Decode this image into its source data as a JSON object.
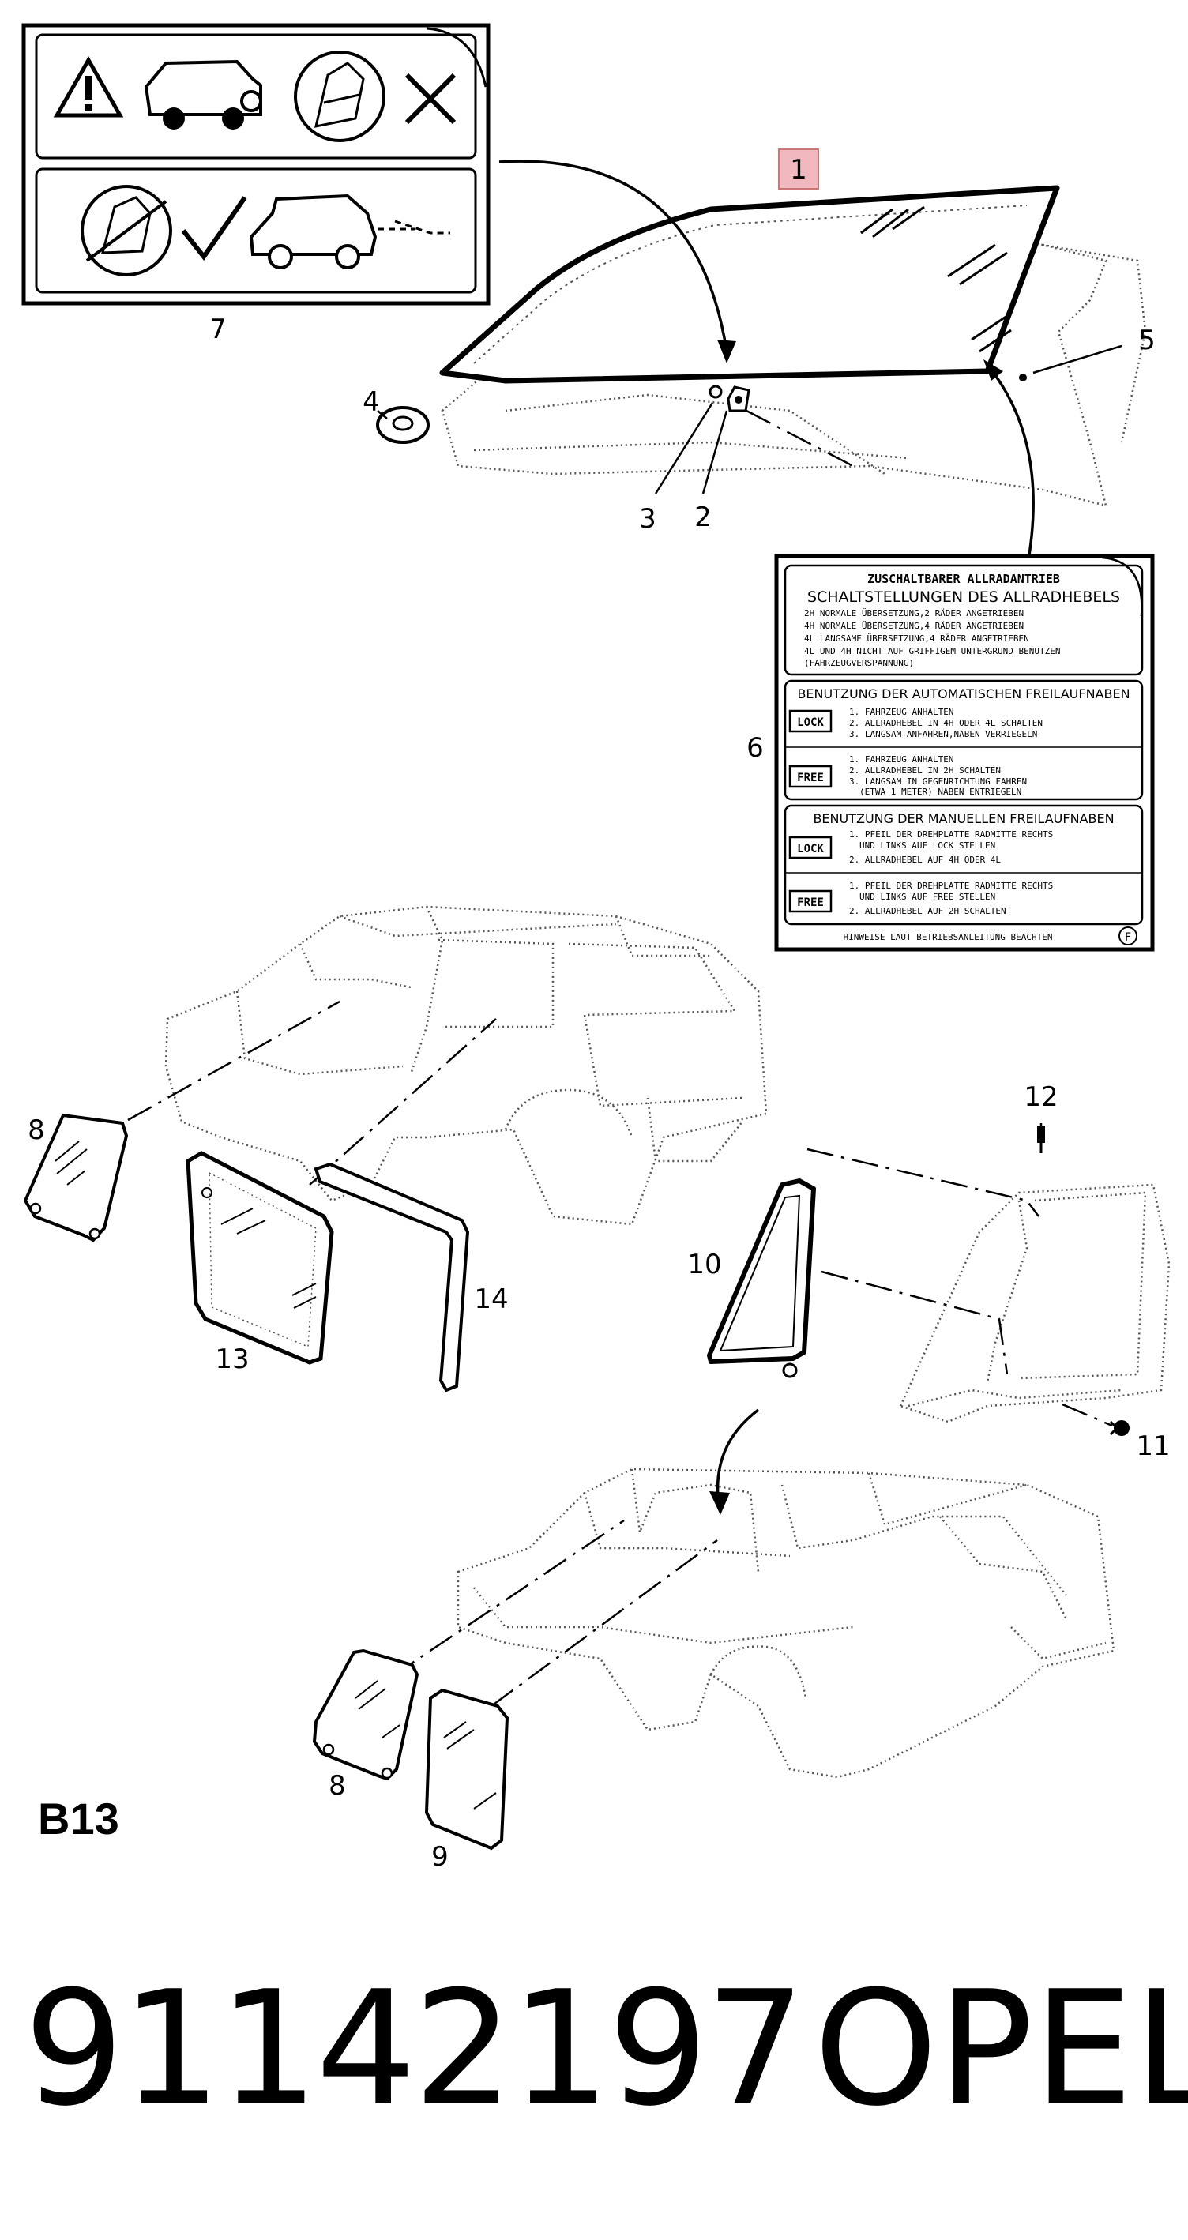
{
  "callouts": {
    "c1": "1",
    "c2": "2",
    "c3": "3",
    "c4": "4",
    "c5": "5",
    "c6": "6",
    "c7": "7",
    "c8a": "8",
    "c8b": "8",
    "c9": "9",
    "c10": "10",
    "c11": "11",
    "c12": "12",
    "c13": "13",
    "c14": "14"
  },
  "highlight_color": "#f2b8c0",
  "label6": {
    "title": "ZUSCHALTBARER ALLRADANTRIEB",
    "subtitle": "SCHALTSTELLUNGEN DES ALLRADHEBELS",
    "modes": [
      "2H NORMALE ÜBERSETZUNG,2 RÄDER ANGETRIEBEN",
      "4H NORMALE ÜBERSETZUNG,4 RÄDER ANGETRIEBEN",
      "4L LANGSAME ÜBERSETZUNG,4 RÄDER ANGETRIEBEN",
      "4L UND 4H NICHT AUF GRIFFIGEM UNTERGRUND BENUTZEN",
      "(FAHRZEUGVERSPANNUNG)"
    ],
    "auto_heading": "BENUTZUNG DER AUTOMATISCHEN FREILAUFNABEN",
    "auto_lock_badge": "LOCK",
    "auto_lock_steps": [
      "1. FAHRZEUG ANHALTEN",
      "2. ALLRADHEBEL IN 4H ODER 4L SCHALTEN",
      "3. LANGSAM ANFAHREN,NABEN VERRIEGELN"
    ],
    "auto_free_badge": "FREE",
    "auto_free_steps": [
      "1. FAHRZEUG ANHALTEN",
      "2. ALLRADHEBEL IN 2H SCHALTEN",
      "3. LANGSAM IN GEGENRICHTUNG FAHREN",
      "(ETWA 1 METER) NABEN ENTRIEGELN"
    ],
    "manual_heading": "BENUTZUNG DER MANUELLEN FREILAUFNABEN",
    "manual_lock_badge": "LOCK",
    "manual_lock_steps": [
      "1. PFEIL DER DREHPLATTE RADMITTE RECHTS",
      "UND LINKS AUF LOCK STELLEN",
      "2. ALLRADHEBEL AUF 4H ODER 4L"
    ],
    "manual_free_badge": "FREE",
    "manual_free_steps": [
      "1. PFEIL DER DREHPLATTE RADMITTE RECHTS",
      "UND LINKS AUF FREE STELLEN",
      "2. ALLRADHEBEL AUF 2H SCHALTEN"
    ],
    "footer": "HINWEISE LAUT BETRIEBSANLEITUNG BEACHTEN",
    "corner_mark": "F"
  },
  "section_code": "B13",
  "part_number": "91142197",
  "brand": "OPEL"
}
